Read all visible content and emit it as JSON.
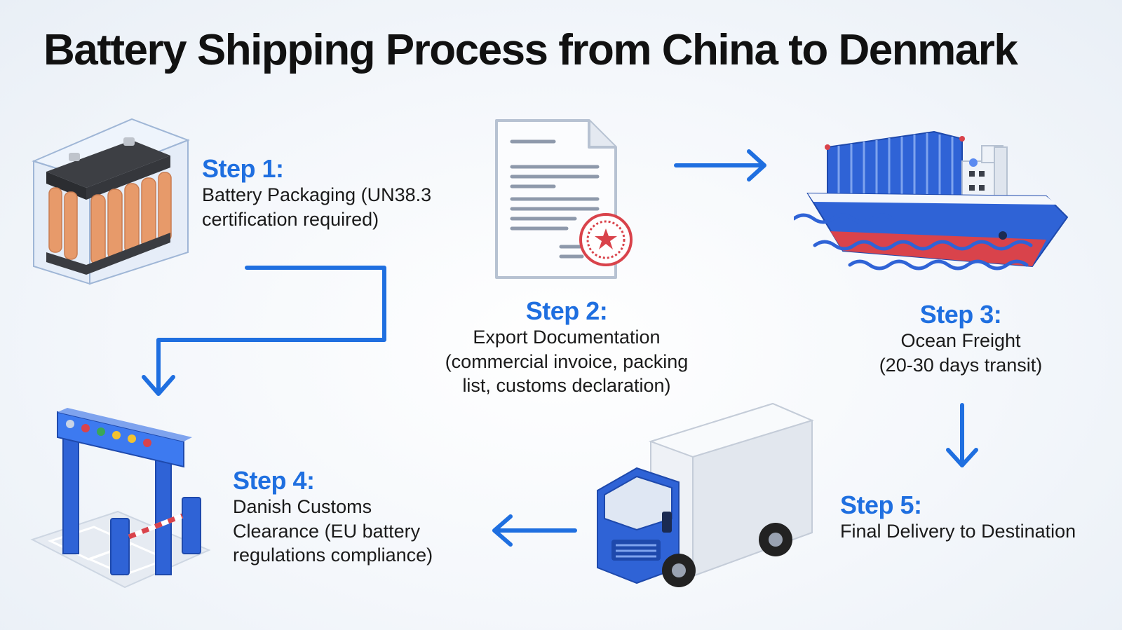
{
  "title": "Battery Shipping Process from China to Denmark",
  "colors": {
    "accent": "#1f6fe0",
    "arrow": "#1f6fe0",
    "text": "#1a1a1a"
  },
  "steps": [
    {
      "label": "Step 1:",
      "lines": [
        "Battery Packaging (UN38.3",
        "certification required)"
      ],
      "icon": "battery-icon"
    },
    {
      "label": "Step 2:",
      "lines": [
        "Export Documentation",
        "(commercial invoice, packing",
        "list, customs declaration)"
      ],
      "icon": "document-icon"
    },
    {
      "label": "Step 3:",
      "lines": [
        "Ocean Freight",
        "(20-30 days transit)"
      ],
      "icon": "cargo-ship-icon"
    },
    {
      "label": "Step 4:",
      "lines": [
        "Danish Customs",
        "Clearance (EU battery",
        "regulations compliance)"
      ],
      "icon": "customs-gate-icon"
    },
    {
      "label": "Step 5:",
      "lines": [
        "Final Delivery to Destination"
      ],
      "icon": "delivery-truck-icon"
    }
  ]
}
